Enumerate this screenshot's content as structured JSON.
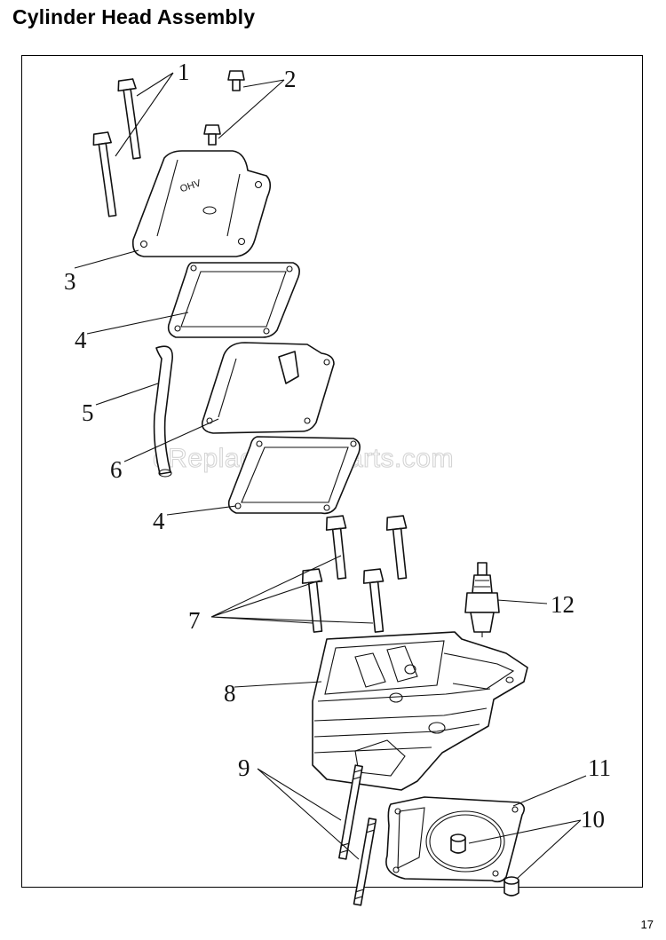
{
  "title": "Cylinder Head Assembly",
  "page_number": "17",
  "watermark": "eReplacementParts.com",
  "callouts": {
    "c1": "1",
    "c2": "2",
    "c3": "3",
    "c4a": "4",
    "c5": "5",
    "c6": "6",
    "c4b": "4",
    "c7": "7",
    "c8": "8",
    "c9": "9",
    "c10": "10",
    "c11": "11",
    "c12": "12"
  },
  "cover_marking": "OHV"
}
